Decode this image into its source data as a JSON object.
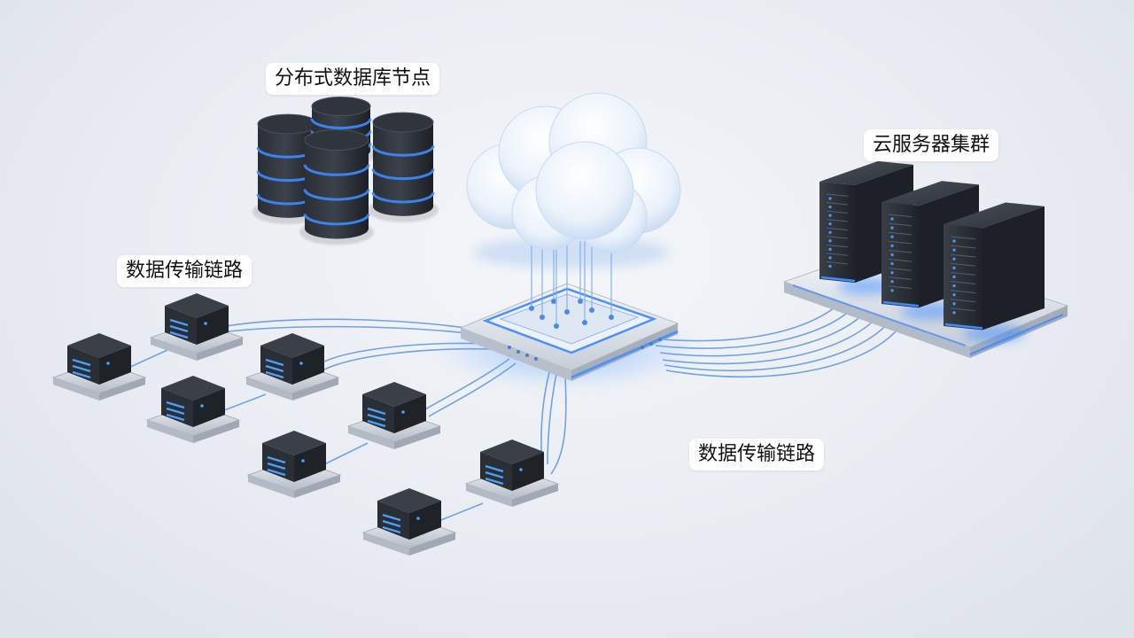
{
  "labels": {
    "db_nodes": "分布式数据库节点",
    "cloud_cluster": "云服务器集群",
    "link_left": "数据传输链路",
    "link_right": "数据传输链路"
  },
  "colors": {
    "accent_glow": "#3d8bff",
    "device_body": "#2b3038",
    "cable": "#4f8fe8",
    "base_silver": "#d4d9e1"
  },
  "icons": [
    "cloud-icon",
    "database-cylinder-icon",
    "server-tower-icon",
    "edge-device-icon"
  ]
}
